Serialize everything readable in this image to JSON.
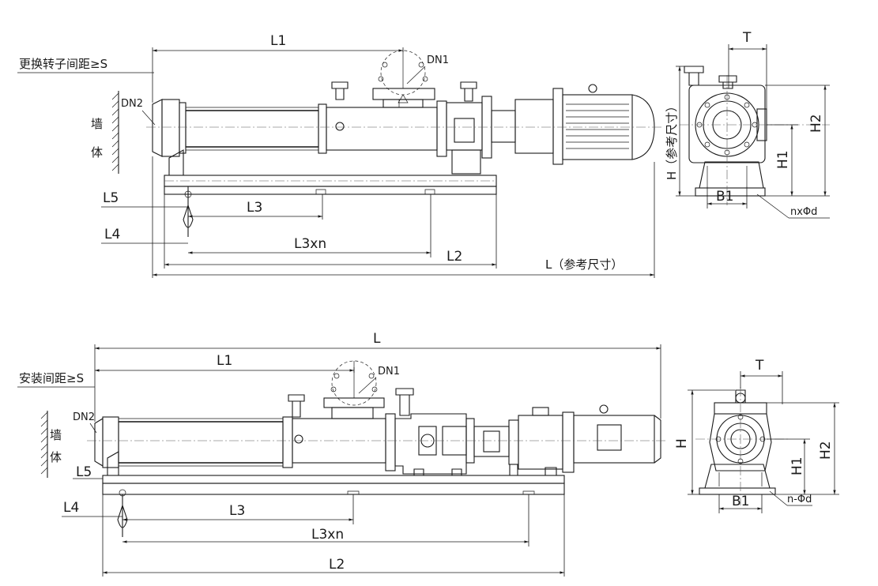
{
  "top": {
    "clearance_label": "更换转子间距≥S",
    "wall_chars": [
      "墙",
      "体"
    ],
    "L1": "L1",
    "DN1": "DN1",
    "DN2": "DN2",
    "L5": "L5",
    "L3": "L3",
    "L4": "L4",
    "L3xn": "L3xn",
    "L2": "L2",
    "L_ref": "L（参考尺寸）",
    "side": {
      "T": "T",
      "H_ref": "H（参考尺寸）",
      "H1": "H1",
      "H2": "H2",
      "B1": "B1",
      "holes": "nxΦd"
    }
  },
  "bottom": {
    "clearance_label": "安装间距≥S",
    "wall_chars": [
      "墙",
      "体"
    ],
    "L": "L",
    "L1": "L1",
    "DN1": "DN1",
    "DN2": "DN2",
    "L5": "L5",
    "L4": "L4",
    "L3": "L3",
    "L3xn": "L3xn",
    "L2": "L2",
    "side": {
      "T": "T",
      "H": "H",
      "H1": "H1",
      "H2": "H2",
      "B1": "B1",
      "holes": "n-Φd"
    }
  }
}
